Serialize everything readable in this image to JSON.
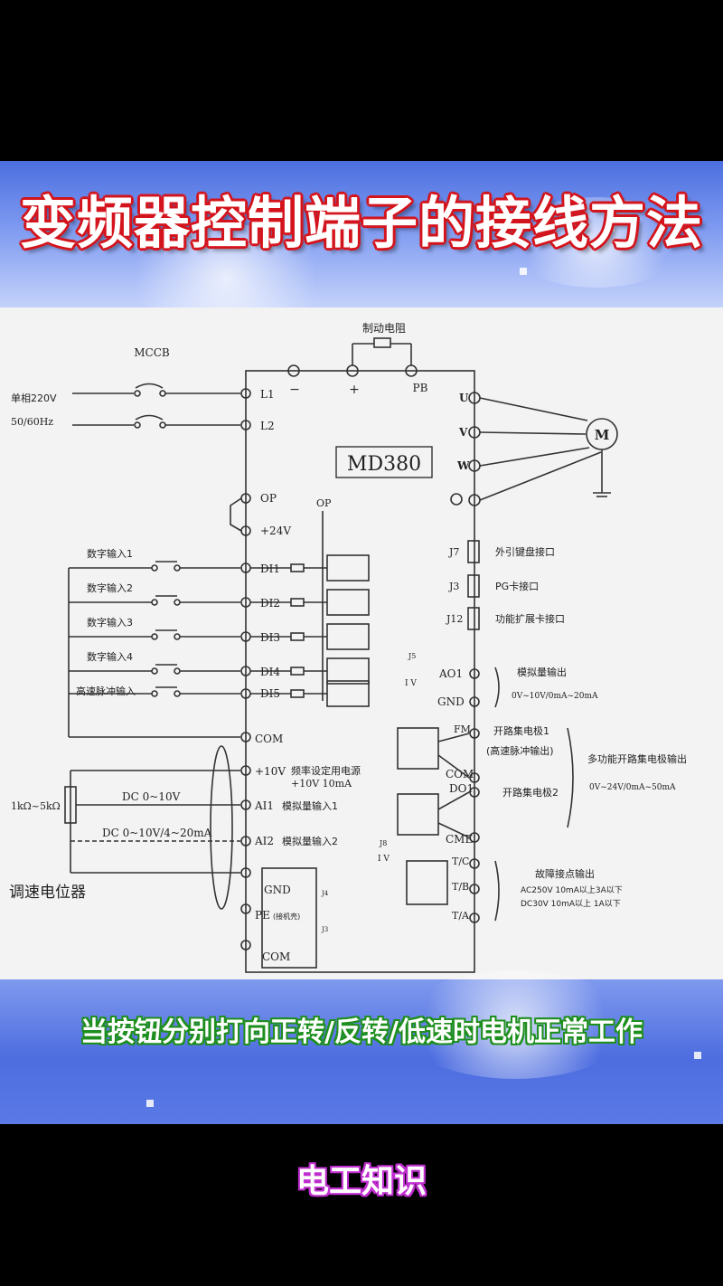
{
  "header": {
    "title": "变频器控制端子的接线方法"
  },
  "caption": {
    "text": "当按钮分别打向正转/反转/低速时电机正常工作"
  },
  "footer": {
    "text": "电工知识"
  },
  "diagram": {
    "model": "MD380",
    "mccb": "MCCB",
    "supply": [
      "单相220V",
      "50/60Hz"
    ],
    "brake_resistor": "制动电阻",
    "top_terminals": [
      "−",
      "+",
      "PB"
    ],
    "left_terminals": [
      "L1",
      "L2",
      "OP",
      "+24V",
      "DI1",
      "DI2",
      "DI3",
      "DI4",
      "DI5",
      "COM",
      "+10V",
      "AI1",
      "AI2",
      "GND",
      "PE",
      "COM"
    ],
    "pe_note": "(接机壳)",
    "op_label": "OP",
    "inputs": [
      "数字输入1",
      "数字输入2",
      "数字输入3",
      "数字输入4",
      "高速脉冲输入"
    ],
    "freq_supply": [
      "频率设定用电源",
      "+10V 10mA"
    ],
    "ai1_label": "模拟量输入1",
    "ai2_label": "模拟量输入2",
    "dc1": "DC 0~10V",
    "dc2": "DC 0~10V/4~20mA",
    "pot_range": "1kΩ~5kΩ",
    "pot_label": "调速电位器",
    "j_small": [
      "J4",
      "J3",
      "J5",
      "J8"
    ],
    "iv": "I V",
    "right_terminals": [
      "U",
      "V",
      "W"
    ],
    "motor": "M",
    "connectors": [
      {
        "id": "J7",
        "label": "外引键盘接口"
      },
      {
        "id": "J3",
        "label": "PG卡接口"
      },
      {
        "id": "J12",
        "label": "功能扩展卡接口"
      }
    ],
    "ao": [
      "AO1",
      "GND"
    ],
    "ao_label": "模拟量输出",
    "ao_range": "0V~10V/0mA~20mA",
    "fm": "FM",
    "fm_labels": [
      "开路集电极1",
      "(高速脉冲输出)"
    ],
    "com_do": [
      "COM",
      "DO1"
    ],
    "do_label": "开路集电极2",
    "cme": "CME",
    "multi_label": "多功能开路集电极输出",
    "multi_range": "0V~24V/0mA~50mA",
    "relay": [
      "T/C",
      "T/B",
      "T/A"
    ],
    "fault_label": "故障接点输出",
    "fault_specs": [
      "AC250V 10mA以上3A以下",
      "DC30V  10mA以上 1A以下"
    ]
  }
}
